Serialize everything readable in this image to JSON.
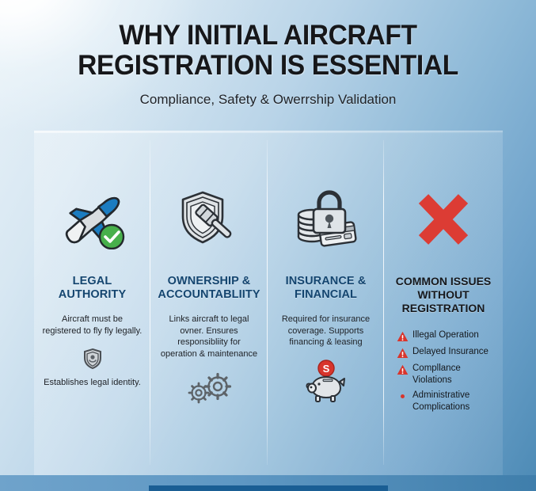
{
  "header": {
    "title": "WHY INITIAL AIRCRAFT REGISTRATION IS ESSENTIAL",
    "subtitle": "Compliance, Safety & Owerrship Validation"
  },
  "colors": {
    "heading_blue": "#14456f",
    "heading_dark": "#16181c",
    "warning_red": "#d8352c",
    "x_mark_red": "#dc3c34",
    "background_blue": "#6fa3cb",
    "bottom_bar": "#1a5e94",
    "plane_blue": "#1b7cc0",
    "check_green": "#47b04b"
  },
  "columns": [
    {
      "id": "legal-authority",
      "main_icon": "airplane-check-icon",
      "heading": "LEGAL AUTHORITY",
      "body": "Aircraft must be registered to fly fly legally.",
      "sub_icon": "badge-shield-icon",
      "footnote": "Establishes legal identity."
    },
    {
      "id": "ownership-accountability",
      "main_icon": "shield-gavel-icon",
      "heading": "OWNERSHIP & ACCOUNTABLIITY",
      "body": "Links aircraft to legal ovner. Ensures responsibliity for operation & maintenance",
      "sub_icon": "gears-icon",
      "footnote": ""
    },
    {
      "id": "insurance-financial",
      "main_icon": "padlock-coins-card-icon",
      "heading": "INSURANCE & FINANCIAL",
      "body": "Required for insurance coverage.  Supports financing & leasing",
      "sub_icon": "piggy-bank-coin-icon",
      "footnote": ""
    },
    {
      "id": "common-issues",
      "main_icon": "red-x-mark-icon",
      "heading": "COMMON ISSUES WITHOUT REGISTRATION",
      "issues": [
        {
          "icon": "warning-triangle-icon",
          "label": "Illegal Operation"
        },
        {
          "icon": "warning-triangle-icon",
          "label": "Delayed Insurance"
        },
        {
          "icon": "warning-triangle-icon",
          "label": "Compllance Violations"
        },
        {
          "icon": "dot-bullet-icon",
          "label": "Administrative Complications"
        }
      ]
    }
  ]
}
